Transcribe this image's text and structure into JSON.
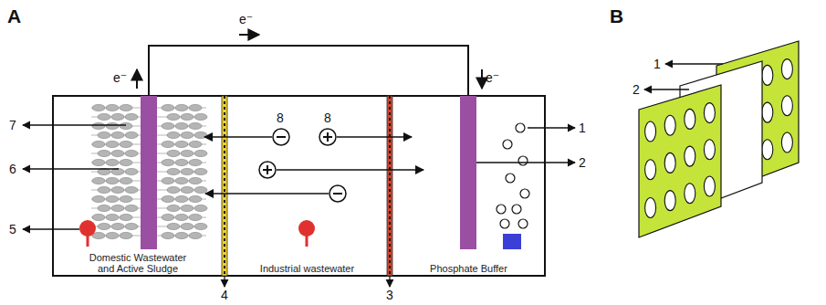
{
  "diagram": {
    "nodes": [
      {
        "text": [
          "Domestic Wastewater and Active Sludge"
        ]
      },
      {
        "text": [
          "Industrial wastewater"
        ]
      },
      {
        "text": [
          "Phosphate Buffer"
        ]
      }
    ],
    "labels": [
      "A",
      "B",
      "e⁻",
      "e⁻",
      "e⁻",
      "7",
      "6",
      "5",
      "4",
      "3",
      "8",
      "8",
      "1",
      "2",
      "1",
      "2"
    ]
  }
}
